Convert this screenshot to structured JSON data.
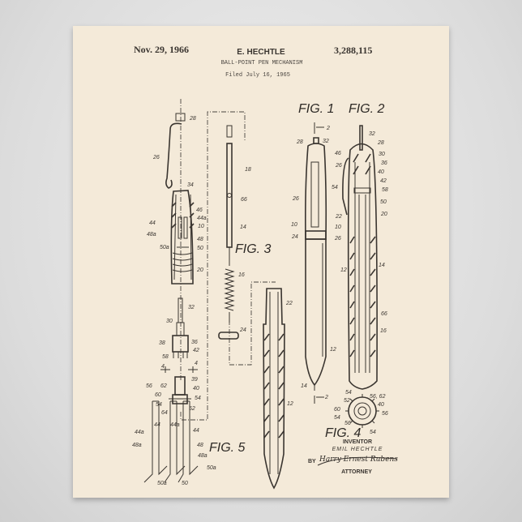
{
  "header": {
    "date": "Nov. 29, 1966",
    "inventor_name": "E. HECHTLE",
    "patent_number": "3,288,115",
    "title": "BALL-POINT PEN MECHANISM",
    "filed": "Filed July 16, 1965"
  },
  "figures": {
    "fig1": "FIG. 1",
    "fig2": "FIG. 2",
    "fig3": "FIG. 3",
    "fig4": "FIG. 4",
    "fig5": "FIG. 5"
  },
  "signature_block": {
    "inventor_label": "INVENTOR",
    "inventor": "EMIL HECHTLE",
    "by": "BY",
    "signature": "Harry Ernest Rubens",
    "attorney_label": "ATTORNEY"
  },
  "colors": {
    "paper": "#f4ead9",
    "ink": "#3a3530",
    "wall": "#dcdcdc"
  },
  "labels": {
    "exploded": [
      "28",
      "26",
      "34",
      "46",
      "44a",
      "44",
      "10",
      "48a",
      "48",
      "50a",
      "50",
      "20"
    ],
    "fig3": [
      "18",
      "66",
      "14",
      "16",
      "24",
      "22",
      "12"
    ],
    "mechanism": [
      "32",
      "30",
      "38",
      "36",
      "42",
      "58",
      "4",
      "4",
      "39",
      "56",
      "62",
      "40",
      "60",
      "54",
      "54",
      "52",
      "64"
    ],
    "fig5": [
      "44a",
      "44",
      "44a",
      "44",
      "48a",
      "48",
      "48a",
      "50a",
      "50a",
      "50"
    ],
    "fig1": [
      "2",
      "28",
      "32",
      "26",
      "10",
      "24",
      "12",
      "14",
      "2"
    ],
    "fig2": [
      "32",
      "28",
      "46",
      "30",
      "26",
      "36",
      "40",
      "42",
      "54",
      "58",
      "50",
      "20",
      "22",
      "10",
      "26",
      "14",
      "12",
      "66",
      "16"
    ],
    "fig4": [
      "54",
      "56, 62",
      "52",
      "40",
      "60",
      "56",
      "54",
      "56",
      "54"
    ]
  }
}
